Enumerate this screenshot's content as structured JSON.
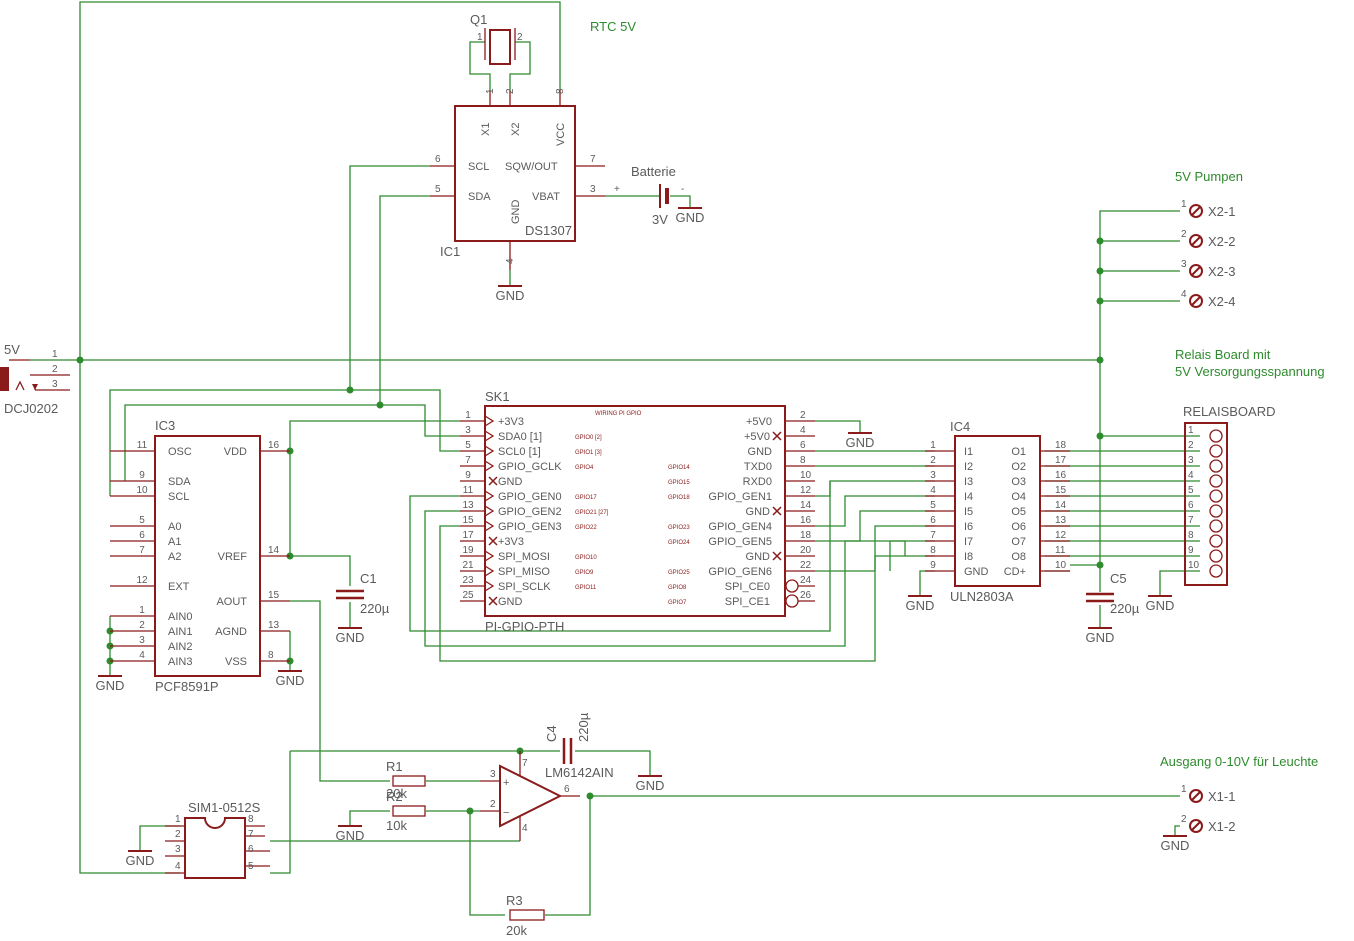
{
  "notes": {
    "rtc": "RTC 5V",
    "pumps": "5V Pumpen",
    "relais1": "Relais Board mit",
    "relais2": "5V Versorgungsspannung",
    "output": "Ausgang 0-10V für Leuchte"
  },
  "q1": {
    "name": "Q1",
    "pin1": "1",
    "pin2": "2"
  },
  "ic1": {
    "name": "IC1",
    "value": "DS1307",
    "pins": {
      "x1": "X1",
      "x2": "X2",
      "vcc": "VCC",
      "scl": "SCL",
      "sqw": "SQW/OUT",
      "sda": "SDA",
      "vbat": "VBAT",
      "gnd": "GND"
    },
    "nums": {
      "p1": "1",
      "p2": "2",
      "p8": "8",
      "p6": "6",
      "p5": "5",
      "p7": "7",
      "p3": "3",
      "p4": "4"
    }
  },
  "battery": {
    "name": "Batterie",
    "value": "3V",
    "plus": "+",
    "minus": "-"
  },
  "dc": {
    "label": "5V",
    "name": "DCJ0202",
    "p1": "1",
    "p2": "2",
    "p3": "3"
  },
  "gnd": "GND",
  "ic3": {
    "name": "IC3",
    "value": "PCF8591P",
    "left": [
      {
        "num": "11",
        "name": "OSC"
      },
      {
        "num": "9",
        "name": "SDA"
      },
      {
        "num": "10",
        "name": "SCL"
      },
      {
        "num": "5",
        "name": "A0"
      },
      {
        "num": "6",
        "name": "A1"
      },
      {
        "num": "7",
        "name": "A2"
      },
      {
        "num": "12",
        "name": "EXT"
      },
      {
        "num": "1",
        "name": "AIN0"
      },
      {
        "num": "2",
        "name": "AIN1"
      },
      {
        "num": "3",
        "name": "AIN2"
      },
      {
        "num": "4",
        "name": "AIN3"
      }
    ],
    "right": [
      {
        "num": "16",
        "name": "VDD"
      },
      {
        "num": "14",
        "name": "VREF"
      },
      {
        "num": "15",
        "name": "AOUT"
      },
      {
        "num": "13",
        "name": "AGND"
      },
      {
        "num": "8",
        "name": "VSS"
      }
    ]
  },
  "c1": {
    "name": "C1",
    "value": "220µ"
  },
  "c4": {
    "name": "C4",
    "value": "220µ"
  },
  "c5": {
    "name": "C5",
    "value": "220µ"
  },
  "sk1": {
    "name": "SK1",
    "value": "PI-GPIO-PTH",
    "header": "WIRING PI GPIO",
    "left": [
      {
        "num": "1",
        "name": "+3V3",
        "gpio": "",
        "mark": ""
      },
      {
        "num": "3",
        "name": "SDA0 [1]",
        "gpio": "GPIO0 [2]",
        "mark": ""
      },
      {
        "num": "5",
        "name": "SCL0 [1]",
        "gpio": "GPIO1 [3]",
        "mark": ""
      },
      {
        "num": "7",
        "name": "GPIO_GCLK",
        "gpio": "GPIO4",
        "mark": ""
      },
      {
        "num": "9",
        "name": "GND",
        "gpio": "",
        "mark": "x"
      },
      {
        "num": "11",
        "name": "GPIO_GEN0",
        "gpio": "GPIO17",
        "mark": ""
      },
      {
        "num": "13",
        "name": "GPIO_GEN2",
        "gpio": "GPIO21 [27]",
        "mark": ""
      },
      {
        "num": "15",
        "name": "GPIO_GEN3",
        "gpio": "GPIO22",
        "mark": ""
      },
      {
        "num": "17",
        "name": "+3V3",
        "gpio": "",
        "mark": "x"
      },
      {
        "num": "19",
        "name": "SPI_MOSI",
        "gpio": "GPIO10",
        "mark": ""
      },
      {
        "num": "21",
        "name": "SPI_MISO",
        "gpio": "GPIO9",
        "mark": ""
      },
      {
        "num": "23",
        "name": "SPI_SCLK",
        "gpio": "GPIO11",
        "mark": ""
      },
      {
        "num": "25",
        "name": "GND",
        "gpio": "",
        "mark": "x"
      }
    ],
    "right": [
      {
        "num": "2",
        "name": "+5V0",
        "gpio": "",
        "mark": ""
      },
      {
        "num": "4",
        "name": "+5V0",
        "gpio": "",
        "mark": "x"
      },
      {
        "num": "6",
        "name": "GND",
        "gpio": "",
        "mark": ""
      },
      {
        "num": "8",
        "name": "TXD0",
        "gpio": "GPIO14",
        "mark": ""
      },
      {
        "num": "10",
        "name": "RXD0",
        "gpio": "GPIO15",
        "mark": ""
      },
      {
        "num": "12",
        "name": "GPIO_GEN1",
        "gpio": "GPIO18",
        "mark": ""
      },
      {
        "num": "14",
        "name": "GND",
        "gpio": "",
        "mark": "x"
      },
      {
        "num": "16",
        "name": "GPIO_GEN4",
        "gpio": "GPIO23",
        "mark": ""
      },
      {
        "num": "18",
        "name": "GPIO_GEN5",
        "gpio": "GPIO24",
        "mark": ""
      },
      {
        "num": "20",
        "name": "GND",
        "gpio": "",
        "mark": "x"
      },
      {
        "num": "22",
        "name": "GPIO_GEN6",
        "gpio": "GPIO25",
        "mark": ""
      },
      {
        "num": "24",
        "name": "SPI_CE0",
        "gpio": "GPIO8",
        "mark": "o"
      },
      {
        "num": "26",
        "name": "SPI_CE1",
        "gpio": "GPIO7",
        "mark": "o"
      }
    ]
  },
  "ic4": {
    "name": "IC4",
    "value": "ULN2803A",
    "left": [
      {
        "num": "1",
        "name": "I1"
      },
      {
        "num": "2",
        "name": "I2"
      },
      {
        "num": "3",
        "name": "I3"
      },
      {
        "num": "4",
        "name": "I4"
      },
      {
        "num": "5",
        "name": "I5"
      },
      {
        "num": "6",
        "name": "I6"
      },
      {
        "num": "7",
        "name": "I7"
      },
      {
        "num": "8",
        "name": "I8"
      },
      {
        "num": "9",
        "name": "GND"
      }
    ],
    "right": [
      {
        "num": "18",
        "name": "O1"
      },
      {
        "num": "17",
        "name": "O2"
      },
      {
        "num": "16",
        "name": "O3"
      },
      {
        "num": "15",
        "name": "O4"
      },
      {
        "num": "14",
        "name": "O5"
      },
      {
        "num": "13",
        "name": "O6"
      },
      {
        "num": "12",
        "name": "O7"
      },
      {
        "num": "11",
        "name": "O8"
      },
      {
        "num": "10",
        "name": "CD+"
      }
    ]
  },
  "relais": {
    "name": "RELAISBOARD",
    "pins": [
      "1",
      "2",
      "3",
      "4",
      "5",
      "6",
      "7",
      "8",
      "9",
      "10"
    ]
  },
  "x2": [
    {
      "num": "1",
      "name": "X2-1"
    },
    {
      "num": "2",
      "name": "X2-2"
    },
    {
      "num": "3",
      "name": "X2-3"
    },
    {
      "num": "4",
      "name": "X2-4"
    }
  ],
  "x1": [
    {
      "num": "1",
      "name": "X1-1"
    },
    {
      "num": "2",
      "name": "X1-2"
    }
  ],
  "sim": {
    "name": "SIM1-0512S",
    "p1": "1",
    "p2": "2",
    "p3": "3",
    "p4": "4",
    "p8": "8",
    "p7": "7",
    "p6": "6",
    "p5": "5"
  },
  "opamp": {
    "value": "LM6142AIN",
    "p3": "3",
    "p2": "2",
    "p6": "6",
    "p7": "7",
    "p4": "4",
    "plus": "+",
    "minus": "−"
  },
  "r1": {
    "name": "R1",
    "value": "20k"
  },
  "r2": {
    "name": "R2",
    "value": "10k"
  },
  "r3": {
    "name": "R3",
    "value": "20k"
  }
}
